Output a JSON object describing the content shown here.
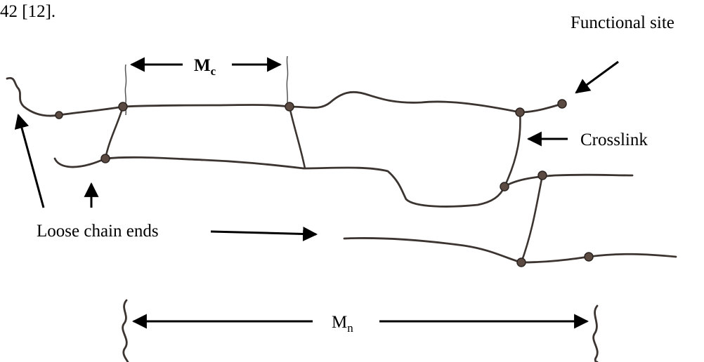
{
  "header_fragment": "42 [12].",
  "labels": {
    "functional_site": "Functional site",
    "crosslink": "Crosslink",
    "loose_chain_ends": "Loose chain ends",
    "mc_main": "M",
    "mc_sub": "c",
    "mn_main": "M",
    "mn_sub": "n"
  },
  "colors": {
    "chain": "#3b3430",
    "node": "#5b4a42",
    "arrow": "#000000"
  }
}
